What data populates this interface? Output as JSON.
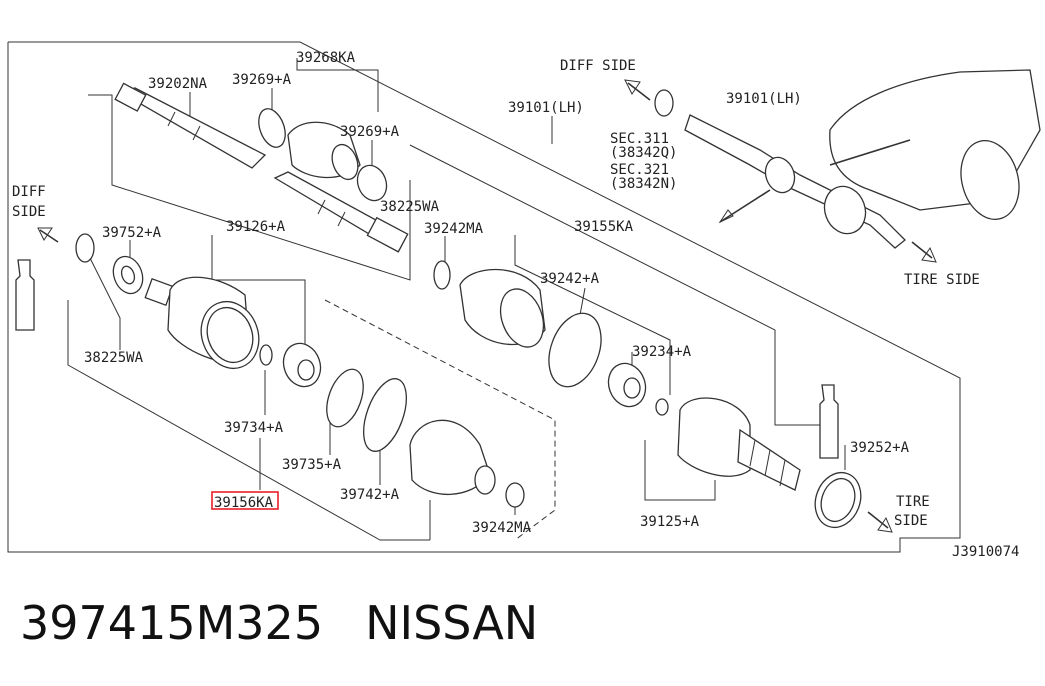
{
  "labels": {
    "p39202NA": "39202NA",
    "p39269A_1": "39269+A",
    "p39268KA": "39268KA",
    "p39269A_2": "39269+A",
    "p39101LH_1": "39101(LH)",
    "p39101LH_2": "39101(LH)",
    "diffSide1a": "DIFF",
    "diffSide1b": "SIDE",
    "diffSide2": "DIFF SIDE",
    "sec311": "SEC.311",
    "p38342Q": "(38342Q)",
    "sec321": "SEC.321",
    "p38342N": "(38342N)",
    "p38225WA_1": "38225WA",
    "p39752A": "39752+A",
    "p39126A": "39126+A",
    "p39242MA_1": "39242MA",
    "p39155KA": "39155KA",
    "p39242A": "39242+A",
    "p38225WA_2": "38225WA",
    "p39234A": "39234+A",
    "p39734A": "39734+A",
    "p39735A": "39735+A",
    "p39156KA": "39156KA",
    "p39742A": "39742+A",
    "p39242MA_2": "39242MA",
    "p39125A": "39125+A",
    "p39252A": "39252+A",
    "tireSide1": "TIRE SIDE",
    "tireSide2a": "TIRE",
    "tireSide2b": "SIDE",
    "figureCode": "J3910074"
  },
  "highlight": {
    "color": "#e8202a",
    "target": "39156KA"
  },
  "caption": {
    "partNumber": "397415M325",
    "brand": "NISSAN"
  }
}
